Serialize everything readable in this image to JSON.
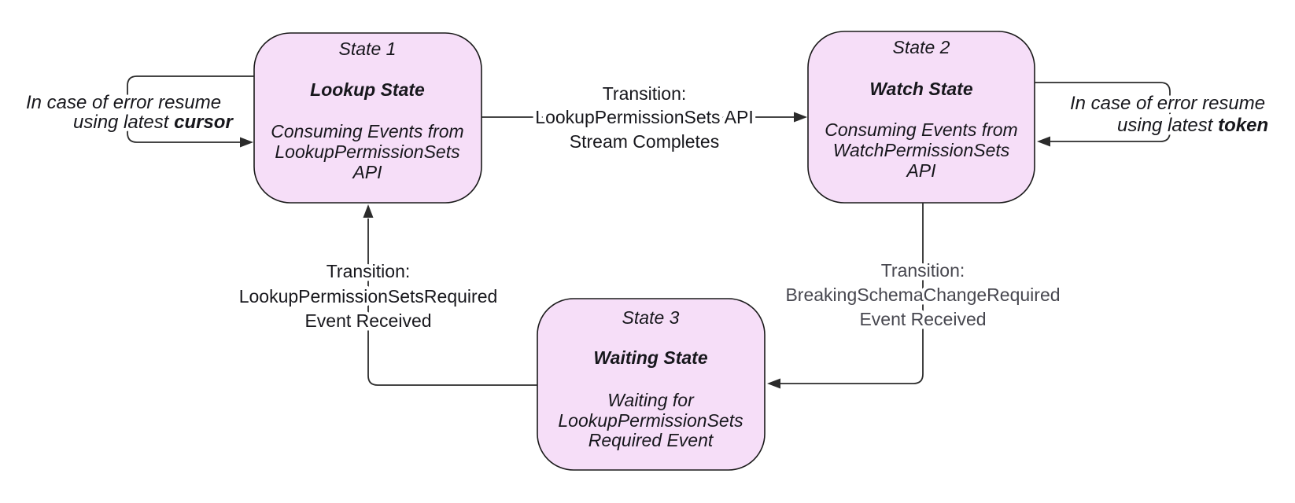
{
  "diagram": {
    "colors": {
      "background": "#ffffff",
      "node_fill": "#f6def8",
      "node_border": "#1a1a1a",
      "line": "#2b2b2b",
      "label": "#17171c",
      "label_muted": "#47474f"
    },
    "states": [
      {
        "title": "State 1",
        "name": "Lookup State",
        "description": [
          "Consuming Events from",
          "LookupPermissionSets",
          "API"
        ]
      },
      {
        "title": "State 2",
        "name": "Watch State",
        "description": [
          "Consuming Events from",
          "WatchPermissionSets",
          "API"
        ]
      },
      {
        "title": "State 3",
        "name": "Waiting State",
        "description": [
          "Waiting for",
          "LookupPermissionSets",
          "Required Event"
        ]
      }
    ],
    "transitions": [
      {
        "from": "State 1",
        "to": "State 2",
        "lines": [
          "Transition:",
          "LookupPermissionSets API",
          "Stream Completes"
        ]
      },
      {
        "from": "State 2",
        "to": "State 3",
        "lines": [
          "Transition:",
          "BreakingSchemaChangeRequired",
          "Event Received"
        ]
      },
      {
        "from": "State 3",
        "to": "State 1",
        "lines": [
          "Transition:",
          "LookupPermissionSetsRequired",
          "Event Received"
        ]
      }
    ],
    "annotations": [
      {
        "attached_to": "State 1",
        "line1": "In case of error resume",
        "line2_prefix": "using latest ",
        "line2_emphasis": "cursor"
      },
      {
        "attached_to": "State 2",
        "line1": "In case of error resume",
        "line2_prefix": "using latest ",
        "line2_emphasis": "token"
      }
    ]
  }
}
